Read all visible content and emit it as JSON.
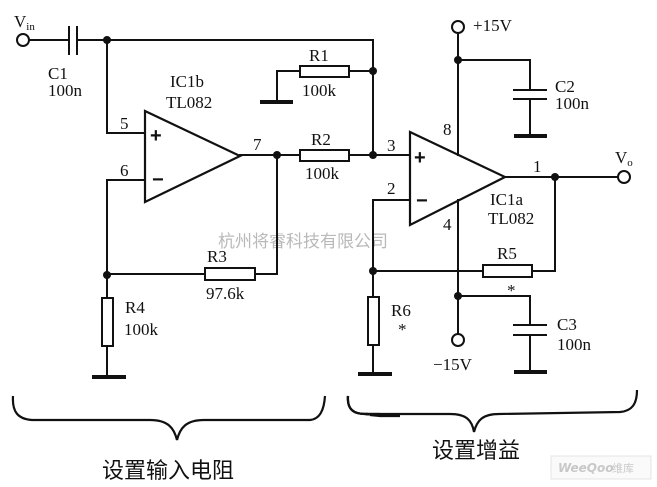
{
  "diagram": {
    "type": "circuit-schematic",
    "terminals": {
      "vin": {
        "label": "V",
        "sub": "in"
      },
      "vo": {
        "label": "V",
        "sub": "o"
      },
      "vplus": {
        "label": "+15V"
      },
      "vminus": {
        "label": "−15V"
      }
    },
    "opamps": [
      {
        "id": "IC1b",
        "name": "IC1b",
        "part": "TL082",
        "pins": {
          "plus": "5",
          "minus": "6",
          "out": "7"
        }
      },
      {
        "id": "IC1a",
        "name": "IC1a",
        "part": "TL082",
        "pins": {
          "plus": "3",
          "minus": "2",
          "out": "1",
          "vpos": "8",
          "vneg": "4"
        }
      }
    ],
    "signs": {
      "plus": "+",
      "minus": "−"
    },
    "capacitors": [
      {
        "name": "C1",
        "value": "100n"
      },
      {
        "name": "C2",
        "value": "100n"
      },
      {
        "name": "C3",
        "value": "100n"
      }
    ],
    "resistors": [
      {
        "name": "R1",
        "value": "100k"
      },
      {
        "name": "R2",
        "value": "100k"
      },
      {
        "name": "R3",
        "value": "97.6k"
      },
      {
        "name": "R4",
        "value": "100k"
      },
      {
        "name": "R5",
        "value": "*"
      },
      {
        "name": "R6",
        "value": "*"
      }
    ],
    "sections": [
      {
        "label": "设置输入电阻"
      },
      {
        "label": "设置增益"
      }
    ],
    "watermarks": {
      "center": "杭州将睿科技有限公司",
      "corner_brand": "WeeQoo",
      "corner_cn": "维库"
    }
  }
}
